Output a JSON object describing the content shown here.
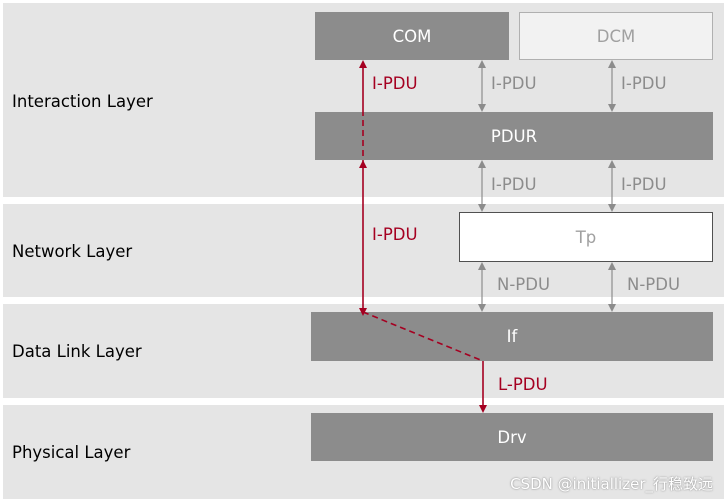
{
  "layers": {
    "interaction": "Interaction Layer",
    "network": "Network Layer",
    "data_link": "Data Link Layer",
    "physical": "Physical Layer"
  },
  "modules": {
    "com": "COM",
    "dcm": "DCM",
    "pdur": "PDUR",
    "tp": "Tp",
    "if": "If",
    "drv": "Drv"
  },
  "pdu_labels": {
    "com_pdur": "I-PDU",
    "mid_pdur_upper": "I-PDU",
    "dcm_pdur": "I-PDU",
    "pdur_tp_left": "I-PDU",
    "pdur_tp_right": "I-PDU",
    "pdur_if_red": "I-PDU",
    "tp_if_left": "N-PDU",
    "tp_if_right": "N-PDU",
    "if_drv": "L-PDU"
  },
  "colors": {
    "highlight_path": "#a50021",
    "arrow_grey": "#8c8c8c",
    "module_fill": "#8c8c8c",
    "band_fill": "#e5e5e5"
  },
  "watermark": "CSDN @initiallizer_行稳致远"
}
